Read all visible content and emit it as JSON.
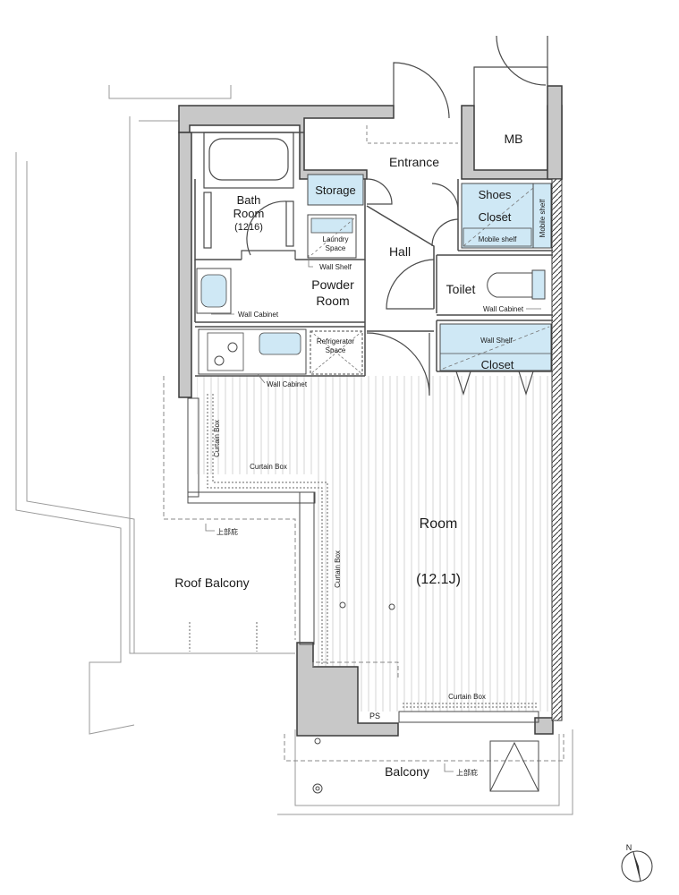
{
  "rooms": {
    "mb": "MB",
    "entrance": "Entrance",
    "storage": "Storage",
    "shoes_line1": "Shoes",
    "shoes_line2": "Closet",
    "mobile_shelf": "Mobile shelf",
    "mobile_shelf_vertical": "Mobile shelf",
    "bath_line1": "Bath",
    "bath_line2": "Room",
    "bath_size": "(1216)",
    "laundry_line1": "Laundry",
    "laundry_line2": "Space",
    "wall_shelf_laundry": "Wall Shelf",
    "hall": "Hall",
    "powder_line1": "Powder",
    "powder_line2": "Room",
    "toilet": "Toilet",
    "wall_cabinet_powder": "Wall Cabinet",
    "wall_cabinet_toilet": "Wall Cabinet",
    "refrigerator_line1": "Refrigerator",
    "refrigerator_line2": "Space",
    "wall_shelf_closet": "Wall Shelf",
    "closet": "Closet",
    "wall_cabinet_kitchen": "Wall Cabinet",
    "curtain_box_vertical_left": "Curtain Box",
    "curtain_box_horizontal_top": "Curtain Box",
    "curtain_box_vertical_center": "Curtain Box",
    "curtain_box_bottom": "Curtain Box",
    "eaves_upper": "上部庇",
    "eaves_lower": "上部庇",
    "room": "Room",
    "room_size": "(12.1J)",
    "roof_balcony": "Roof Balcony",
    "ps": "PS",
    "balcony": "Balcony",
    "north": "N"
  },
  "colors": {
    "wall_fill": "#c8c8c8",
    "wall_stroke": "#3a3a3a",
    "storage_fill": "#cfe8f5",
    "line": "#4a4a4a",
    "floor_line": "#d0d0d0",
    "dash": "#888888"
  }
}
